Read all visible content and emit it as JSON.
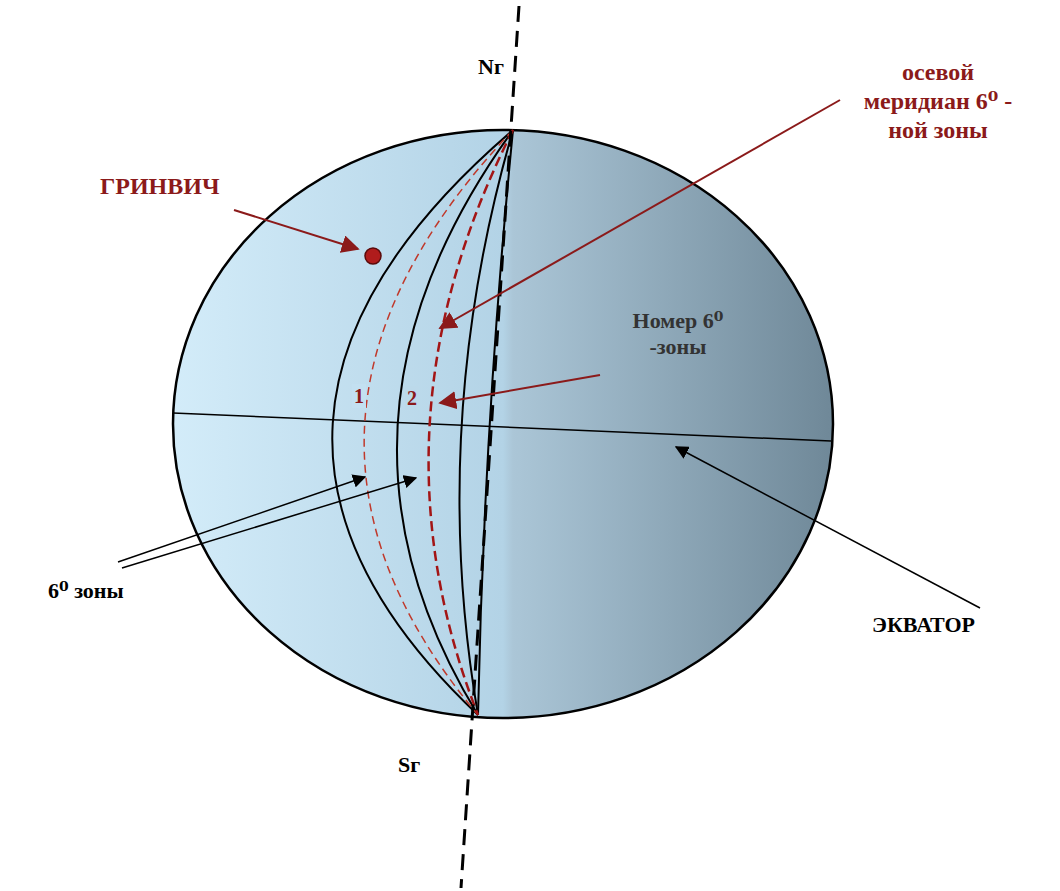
{
  "diagram": {
    "labels": [
      "Nг",
      "осевой меридиан 6⁰ - ной зоны",
      "ГРИНВИЧ",
      "Номер 6⁰ -зоны",
      "1",
      "2",
      "6⁰ зоны",
      "ЭКВАТОР",
      "Sг"
    ]
  }
}
